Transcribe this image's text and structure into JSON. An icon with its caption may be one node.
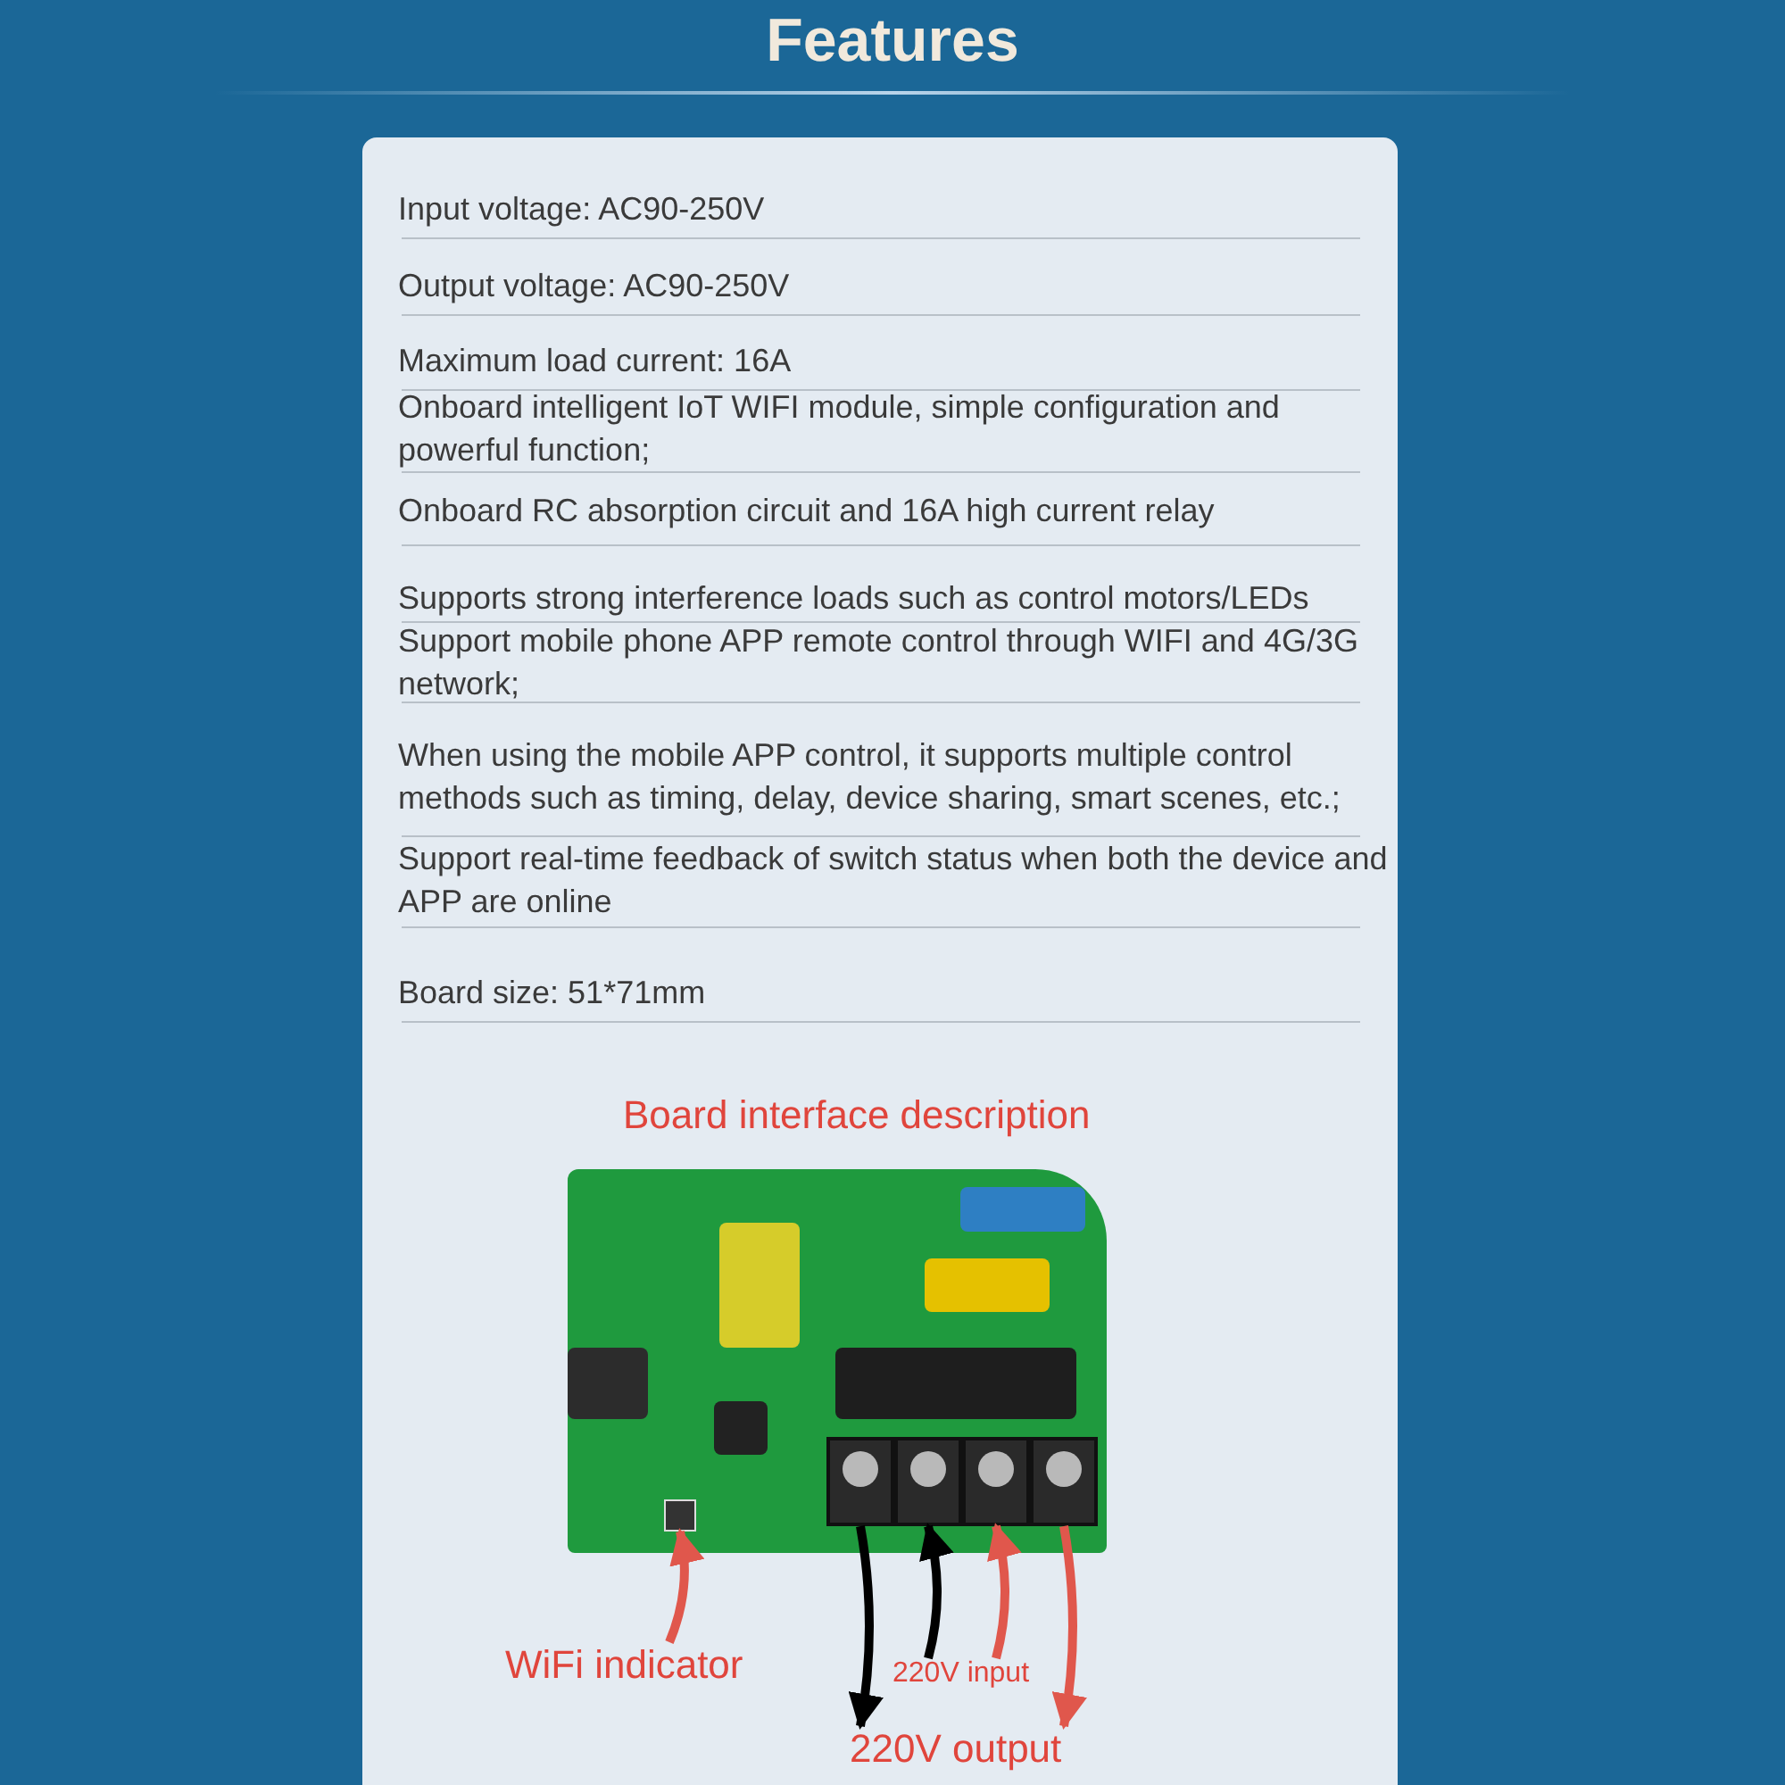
{
  "diagram": {
    "title": "Features",
    "nodes": [
      {
        "text": [],
        "shape": "picture"
      },
      {
        "text": [],
        "shape": "box",
        "in": 0
      },
      {
        "text": [],
        "shape": "box",
        "in": 0
      },
      {
        "text": [],
        "shape": "box",
        "in": 0
      },
      {
        "text": [],
        "shape": "box",
        "in": 0
      },
      {
        "text": [],
        "shape": "box",
        "in": 0
      },
      {
        "text": [
          "WiFi indicator"
        ]
      },
      {
        "text": [
          "220V input"
        ]
      },
      {
        "text": [
          "220V output"
        ]
      },
      {
        "text": [],
        "shape": "box",
        "in": 0
      }
    ],
    "edges": [
      {
        "from": 6,
        "to": 1,
        "arrow": "to"
      },
      {
        "from": 2,
        "to": 8,
        "arrow": "to",
        "color": "#000000"
      },
      {
        "from": 7,
        "to": 3,
        "arrow": "to",
        "color": "#000000"
      },
      {
        "from": 7,
        "to": 4,
        "arrow": "to"
      },
      {
        "from": 5,
        "to": 8,
        "arrow": "to"
      }
    ],
    "labels": [
      "Input voltage: AC90-250V",
      "Output voltage: AC90-250V",
      "Maximum load current: 16A",
      "Onboard intelligent IoT WIFI module, simple configuration and powerful function;",
      "Onboard RC absorption circuit and 16A high current relay",
      "Supports strong interference loads such as control motors/LEDs",
      "Support mobile phone APP remote control through WIFI and 4G/3G network;",
      "When using the mobile APP control, it supports multiple control methods such as timing, delay, device sharing, smart scenes, etc.;",
      "Support real-time feedback of switch status when both the device and APP are online",
      "Board size: 51*71mm",
      "Board interface description"
    ]
  }
}
